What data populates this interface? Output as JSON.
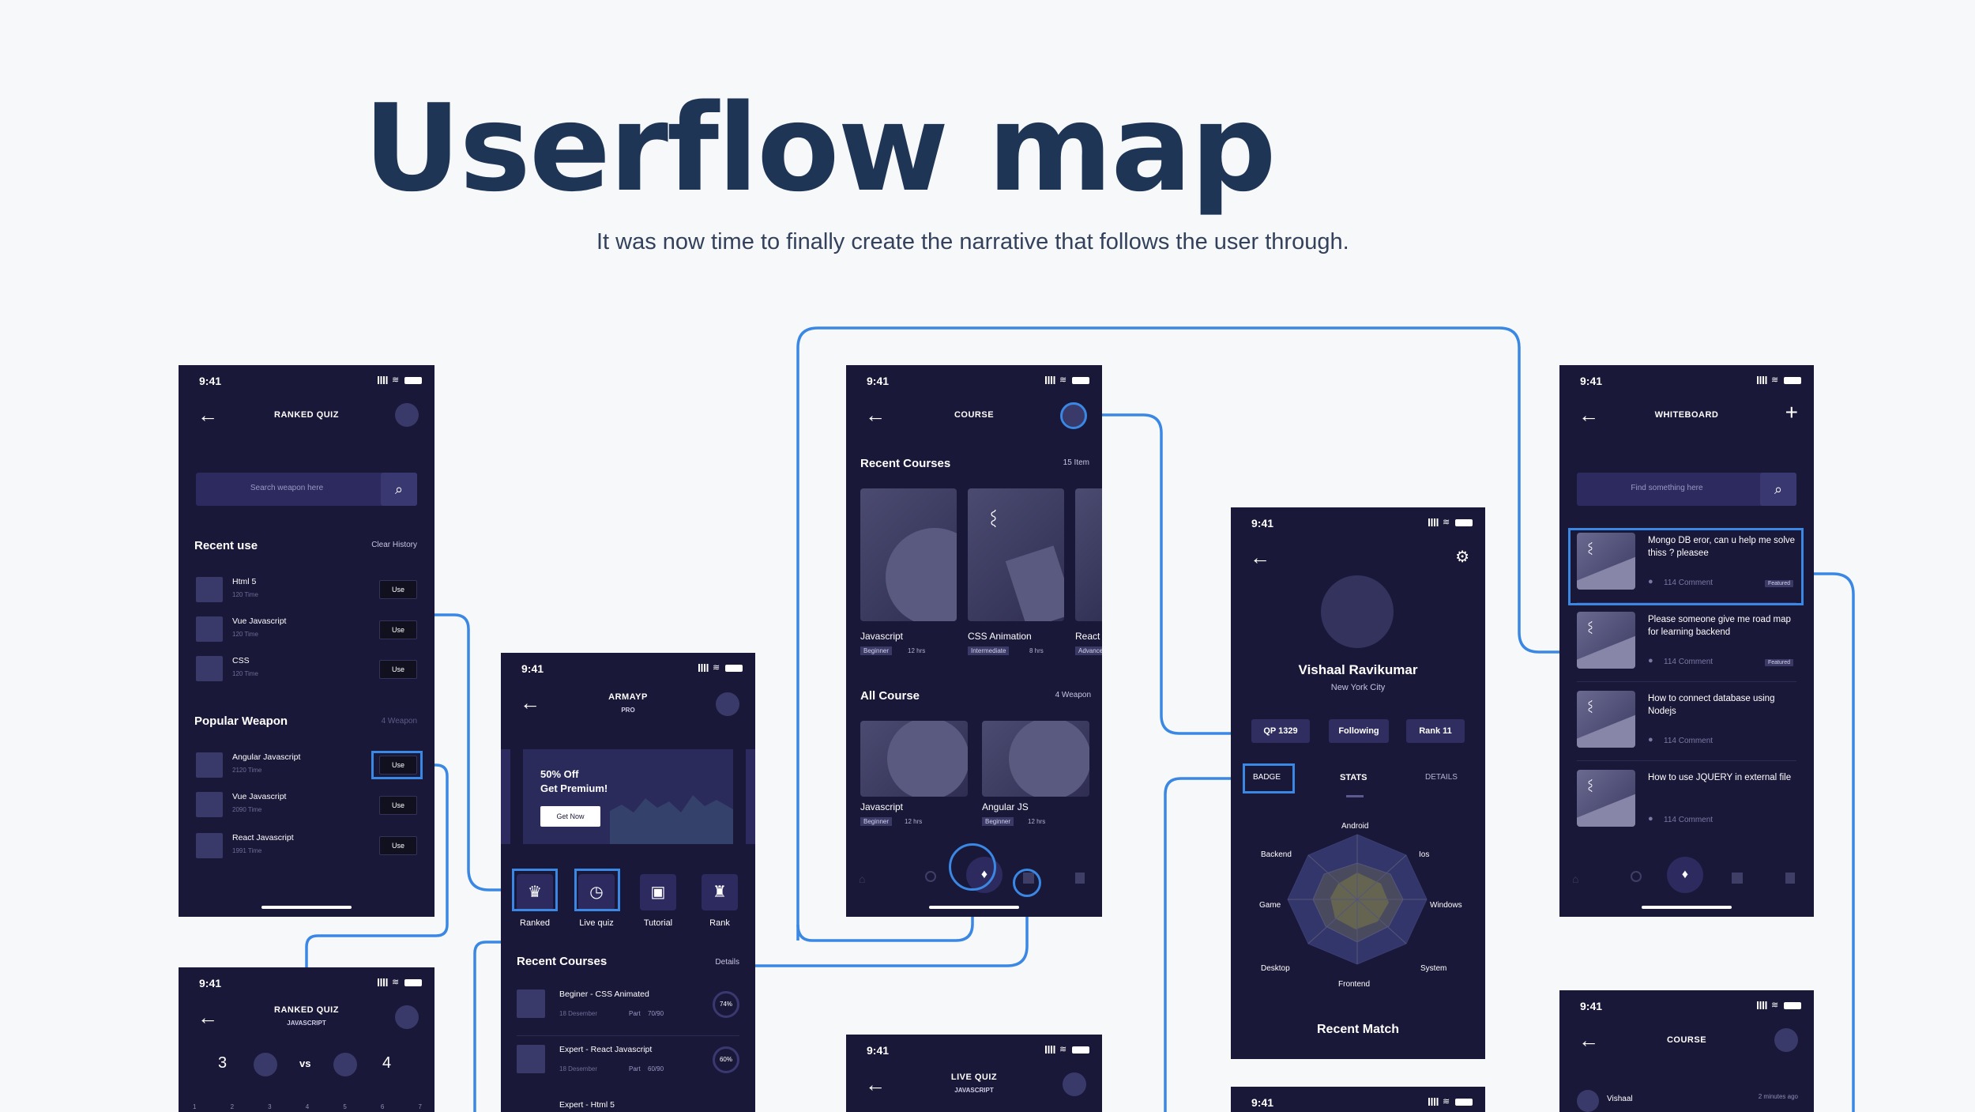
{
  "header": {
    "title": "Userflow map",
    "subtitle": "It was now time to finally create the narrative that follows the user through."
  },
  "colors": {
    "background": "#f7f8fa",
    "title": "#1f3556",
    "phone": "#1a1838",
    "connector": "#3a87e4"
  },
  "status_time": "9:41",
  "icons": {
    "back": "←",
    "search": "⌕",
    "plus": "+",
    "gear": "⚙",
    "crown": "♛",
    "clock": "◷",
    "briefcase": "▣",
    "trophy": "♜",
    "diamond": "♦",
    "home": "⌂",
    "wave": "〰"
  },
  "ranked_quiz": {
    "title": "RANKED QUIZ",
    "search_placeholder": "Search weapon here",
    "recent_title": "Recent use",
    "recent_action": "Clear History",
    "recent": [
      {
        "name": "Html 5",
        "meta": "120 Time",
        "btn": "Use"
      },
      {
        "name": "Vue Javascript",
        "meta": "120 Time",
        "btn": "Use"
      },
      {
        "name": "CSS",
        "meta": "120 Time",
        "btn": "Use"
      }
    ],
    "popular_title": "Popular Weapon",
    "popular_count": "4 Weapon",
    "popular": [
      {
        "name": "Angular Javascript",
        "meta": "2120 Time",
        "btn": "Use"
      },
      {
        "name": "Vue Javascript",
        "meta": "2090 Time",
        "btn": "Use"
      },
      {
        "name": "React Javascript",
        "meta": "1991 Time",
        "btn": "Use"
      }
    ]
  },
  "ranked_quiz_vs": {
    "title": "RANKED QUIZ",
    "subtitle": "JAVASCRIPT",
    "left_score": "3",
    "vs": "vs",
    "right_score": "4",
    "steps": [
      "1",
      "2",
      "3",
      "4",
      "5",
      "6",
      "7"
    ]
  },
  "home": {
    "title": "ARMAYP",
    "subtitle": "PRO",
    "banner_line1": "50% Off",
    "banner_line2": "Get Premium!",
    "banner_btn": "Get Now",
    "categories": [
      "Ranked",
      "Live quiz",
      "Tutorial",
      "Rank"
    ],
    "recent_title": "Recent Courses",
    "recent_action": "Details",
    "courses": [
      {
        "name": "Beginer - CSS Animated",
        "date": "18 Desember",
        "part_label": "Part",
        "part": "70/90",
        "progress": "74%"
      },
      {
        "name": "Expert - React Javascript",
        "date": "18 Desember",
        "part_label": "Part",
        "part": "60/90",
        "progress": "60%"
      },
      {
        "name": "Expert - Html 5"
      }
    ]
  },
  "course": {
    "title": "COURSE",
    "recent_title": "Recent Courses",
    "recent_count": "15 Item",
    "recent": [
      {
        "name": "Javascript",
        "level": "Beginner",
        "dur": "12 hrs"
      },
      {
        "name": "CSS Animation",
        "level": "Intermediate",
        "dur": "8 hrs"
      },
      {
        "name": "React",
        "level": "Advanced",
        "dur": ""
      }
    ],
    "all_title": "All Course",
    "all_count": "4 Weapon",
    "all": [
      {
        "name": "Javascript",
        "level": "Beginner",
        "dur": "12 hrs"
      },
      {
        "name": "Angular JS",
        "level": "Beginner",
        "dur": "12 hrs"
      }
    ]
  },
  "live_quiz": {
    "title": "LIVE QUIZ",
    "subtitle": "JAVASCRIPT"
  },
  "profile": {
    "name": "Vishaal Ravikumar",
    "city": "New York City",
    "pills": [
      "QP 1329",
      "Following",
      "Rank 11"
    ],
    "tabs": [
      "BADGE",
      "STATS",
      "DETAILS"
    ],
    "radar_labels": [
      "Android",
      "Ios",
      "Windows",
      "System",
      "Frontend",
      "Desktop",
      "Game",
      "Backend"
    ],
    "recent_match": "Recent Match"
  },
  "whiteboard": {
    "title": "WHITEBOARD",
    "search_placeholder": "Find something here",
    "posts": [
      {
        "text": "Mongo DB eror, can u help me solve thiss ? pleasee",
        "comments": "114 Comment",
        "badge": "Featured"
      },
      {
        "text": "Please someone give me road map for learning backend",
        "comments": "114 Comment",
        "badge": "Featured"
      },
      {
        "text": "How to connect database using Nodejs",
        "comments": "114 Comment",
        "badge": ""
      },
      {
        "text": "How to use JQUERY in external file",
        "comments": "114 Comment",
        "badge": ""
      }
    ]
  },
  "course_detail": {
    "title": "COURSE",
    "user": "Vishaal",
    "time": "2 minutes ago"
  }
}
